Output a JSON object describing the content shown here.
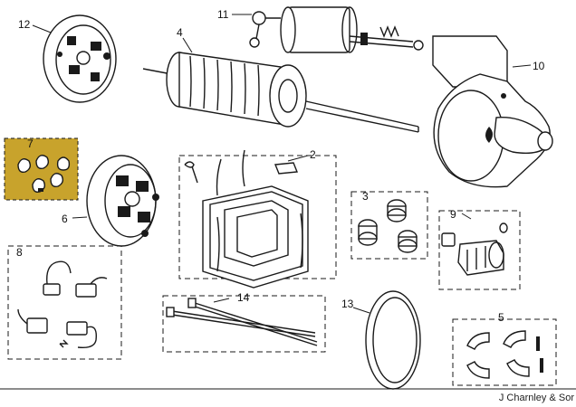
{
  "diagram": {
    "labels": {
      "p2": "2",
      "p3": "3",
      "p4": "4",
      "p5": "5",
      "p6": "6",
      "p7": "7",
      "p8": "8",
      "p9": "9",
      "p10": "10",
      "p11": "11",
      "p12": "12",
      "p13": "13",
      "p14": "14"
    },
    "highlight_color": "#c8a32c",
    "credit": "J Charnley & Sor"
  }
}
